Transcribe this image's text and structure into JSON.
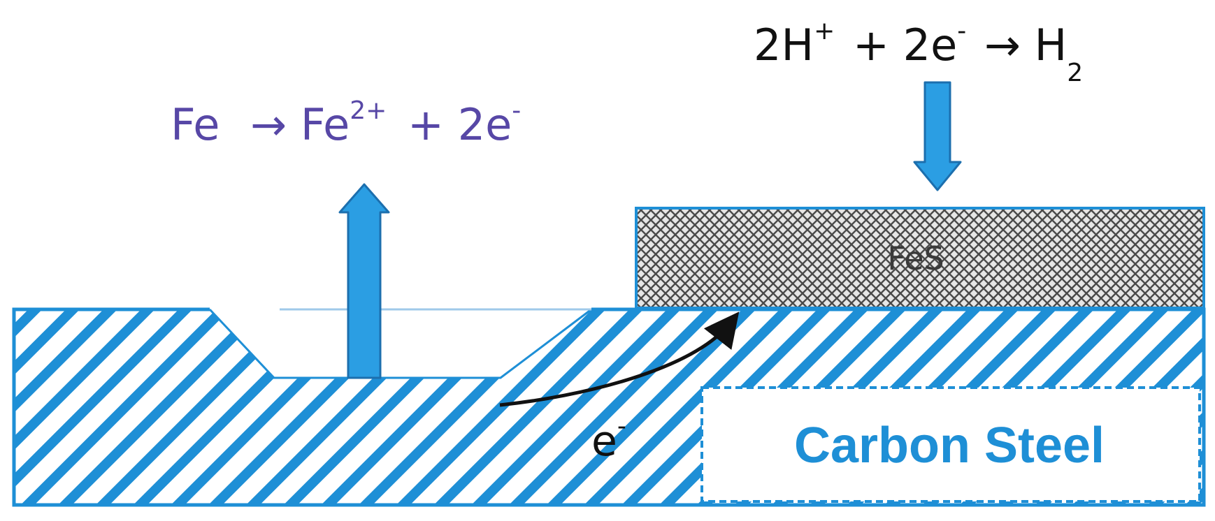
{
  "colors": {
    "steel": "#1e8fd6",
    "arrow_fill": "#2b9ee3",
    "arrow_stroke": "#1c6fae",
    "fes_hatch": "#555555",
    "fes_border": "#1e8fd6",
    "anode_text": "#5747a6",
    "cathode_text": "#111111"
  },
  "anode_reaction": {
    "reactant": "Fe",
    "arrow": "→",
    "product": "Fe",
    "product_charge": "2+",
    "plus": "+",
    "electrons": "2e",
    "electron_charge": "-"
  },
  "cathode_reaction": {
    "coef1": "2H",
    "proton_charge": "+",
    "plus": "+",
    "electrons": "2e",
    "electron_charge": "-",
    "arrow": "→",
    "product": "H",
    "product_subscript": "2"
  },
  "fes_layer": {
    "label": "FeS"
  },
  "steel": {
    "label": "Carbon Steel"
  },
  "electron_flow": {
    "symbol": "e",
    "charge": "-"
  },
  "icons": {
    "anode_arrow": "up-arrow-icon",
    "cathode_arrow": "down-arrow-icon",
    "electron_arrow": "curved-arrow-icon"
  }
}
